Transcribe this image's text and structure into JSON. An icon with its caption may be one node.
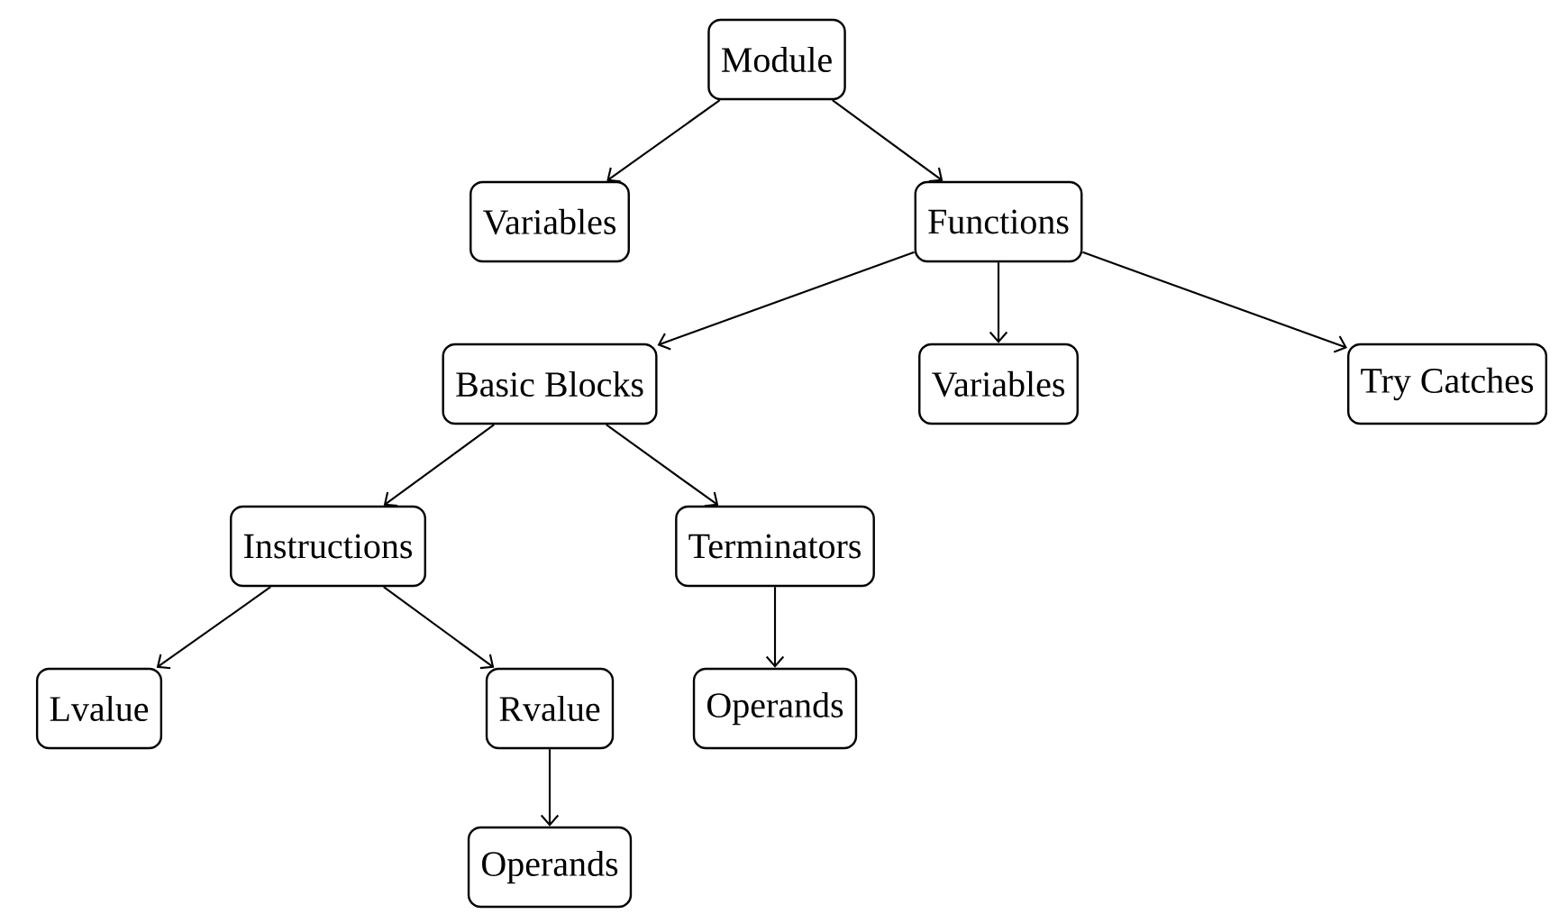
{
  "diagram": {
    "nodes": [
      {
        "text": [
          "Module"
        ]
      },
      {
        "text": [
          "Variables"
        ]
      },
      {
        "text": [
          "Functions"
        ]
      },
      {
        "text": [
          "Basic Blocks"
        ]
      },
      {
        "text": [
          "Variables"
        ]
      },
      {
        "text": [
          "Try Catches"
        ]
      },
      {
        "text": [
          "Instructions"
        ]
      },
      {
        "text": [
          "Terminators"
        ]
      },
      {
        "text": [
          "Lvalue"
        ]
      },
      {
        "text": [
          "Rvalue"
        ]
      },
      {
        "text": [
          "Operands"
        ]
      },
      {
        "text": [
          "Operands"
        ]
      }
    ],
    "edges": [
      {
        "from": 0,
        "to": 1,
        "arrow": "to"
      },
      {
        "from": 0,
        "to": 2,
        "arrow": "to"
      },
      {
        "from": 2,
        "to": 3,
        "arrow": "to"
      },
      {
        "from": 2,
        "to": 4,
        "arrow": "to"
      },
      {
        "from": 2,
        "to": 5,
        "arrow": "to"
      },
      {
        "from": 3,
        "to": 6,
        "arrow": "to"
      },
      {
        "from": 3,
        "to": 7,
        "arrow": "to"
      },
      {
        "from": 6,
        "to": 8,
        "arrow": "to"
      },
      {
        "from": 6,
        "to": 9,
        "arrow": "to"
      },
      {
        "from": 7,
        "to": 10,
        "arrow": "to"
      },
      {
        "from": 9,
        "to": 11,
        "arrow": "to"
      }
    ]
  }
}
